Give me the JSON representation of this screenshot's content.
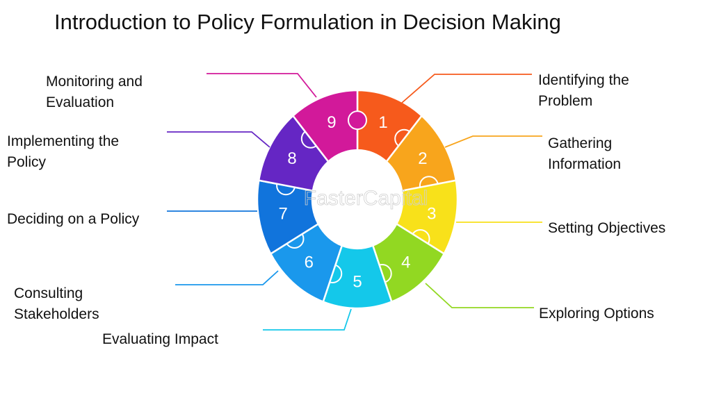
{
  "title": "Introduction to Policy Formulation in Decision Making",
  "watermark": "FasterCapital",
  "steps": [
    {
      "number": "1",
      "label": "Identifying the\nProblem",
      "color": "#f65a1c"
    },
    {
      "number": "2",
      "label": "Gathering\nInformation",
      "color": "#f8a51c"
    },
    {
      "number": "3",
      "label": "Setting Objectives",
      "color": "#f8e11a"
    },
    {
      "number": "4",
      "label": "Exploring Options",
      "color": "#92d822"
    },
    {
      "number": "5",
      "label": "Evaluating Impact",
      "color": "#14c8ea"
    },
    {
      "number": "6",
      "label": "Consulting\nStakeholders",
      "color": "#1a98ec"
    },
    {
      "number": "7",
      "label": "Deciding on a Policy",
      "color": "#1174dc"
    },
    {
      "number": "8",
      "label": "Implementing the\nPolicy",
      "color": "#6526c4"
    },
    {
      "number": "9",
      "label": "Monitoring and\nEvaluation",
      "color": "#d2199a"
    }
  ]
}
